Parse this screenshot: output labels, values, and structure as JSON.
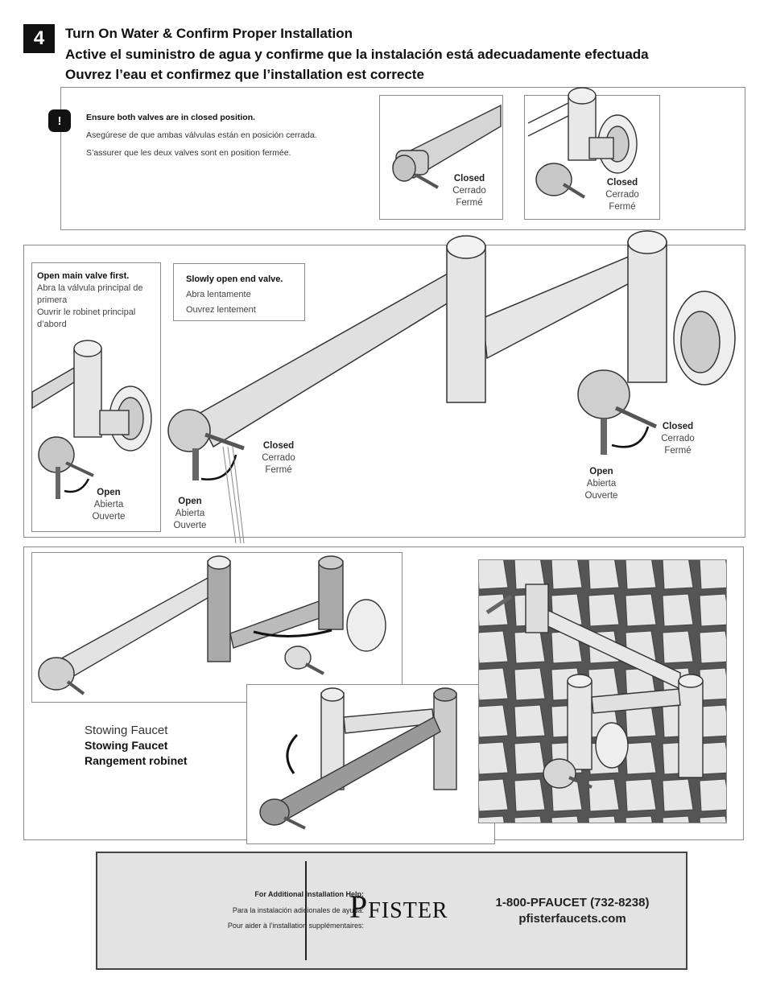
{
  "step": {
    "number": "4",
    "titles": [
      "Turn On Water & Confirm Proper Installation",
      "Active el suministro de agua y confirme que la instalación está adecuadamente efectuada",
      "Ouvrez l’eau et confirmez que l’installation est correcte"
    ]
  },
  "warning": {
    "icon": "!",
    "lines": [
      "Ensure both valves are in closed position.",
      "Asegúrese de que ambas válvulas están en posición cerrada.",
      "S’assurer que les deux valves sont en position fermée."
    ]
  },
  "closed_label": {
    "en": "Closed",
    "es": "Cerrado",
    "fr": "Fermé"
  },
  "open_label": {
    "en": "Open",
    "es": "Abierta",
    "fr": "Ouverte"
  },
  "main_valve": {
    "title": "Open main valve first.",
    "es": "Abra la válvula principal de primera",
    "fr": "Ouvrir le robinet principal d’abord"
  },
  "end_valve": {
    "title": "Slowly open end valve.",
    "es": "Abra lentamente",
    "fr": "Ouvrez lentement"
  },
  "stowing": {
    "en": "Stowing Faucet",
    "es": "Stowing Faucet",
    "fr": "Rangement robinet"
  },
  "footer": {
    "help": [
      "For Additional Installation Help:",
      "Para la instalación adicionales de ayuda:",
      "Pour aider à l’installation supplémentaires:"
    ],
    "brand": "Pfister",
    "phone": "1-800-PFAUCET (732-8238)",
    "website": "pfisterfaucets.com"
  }
}
